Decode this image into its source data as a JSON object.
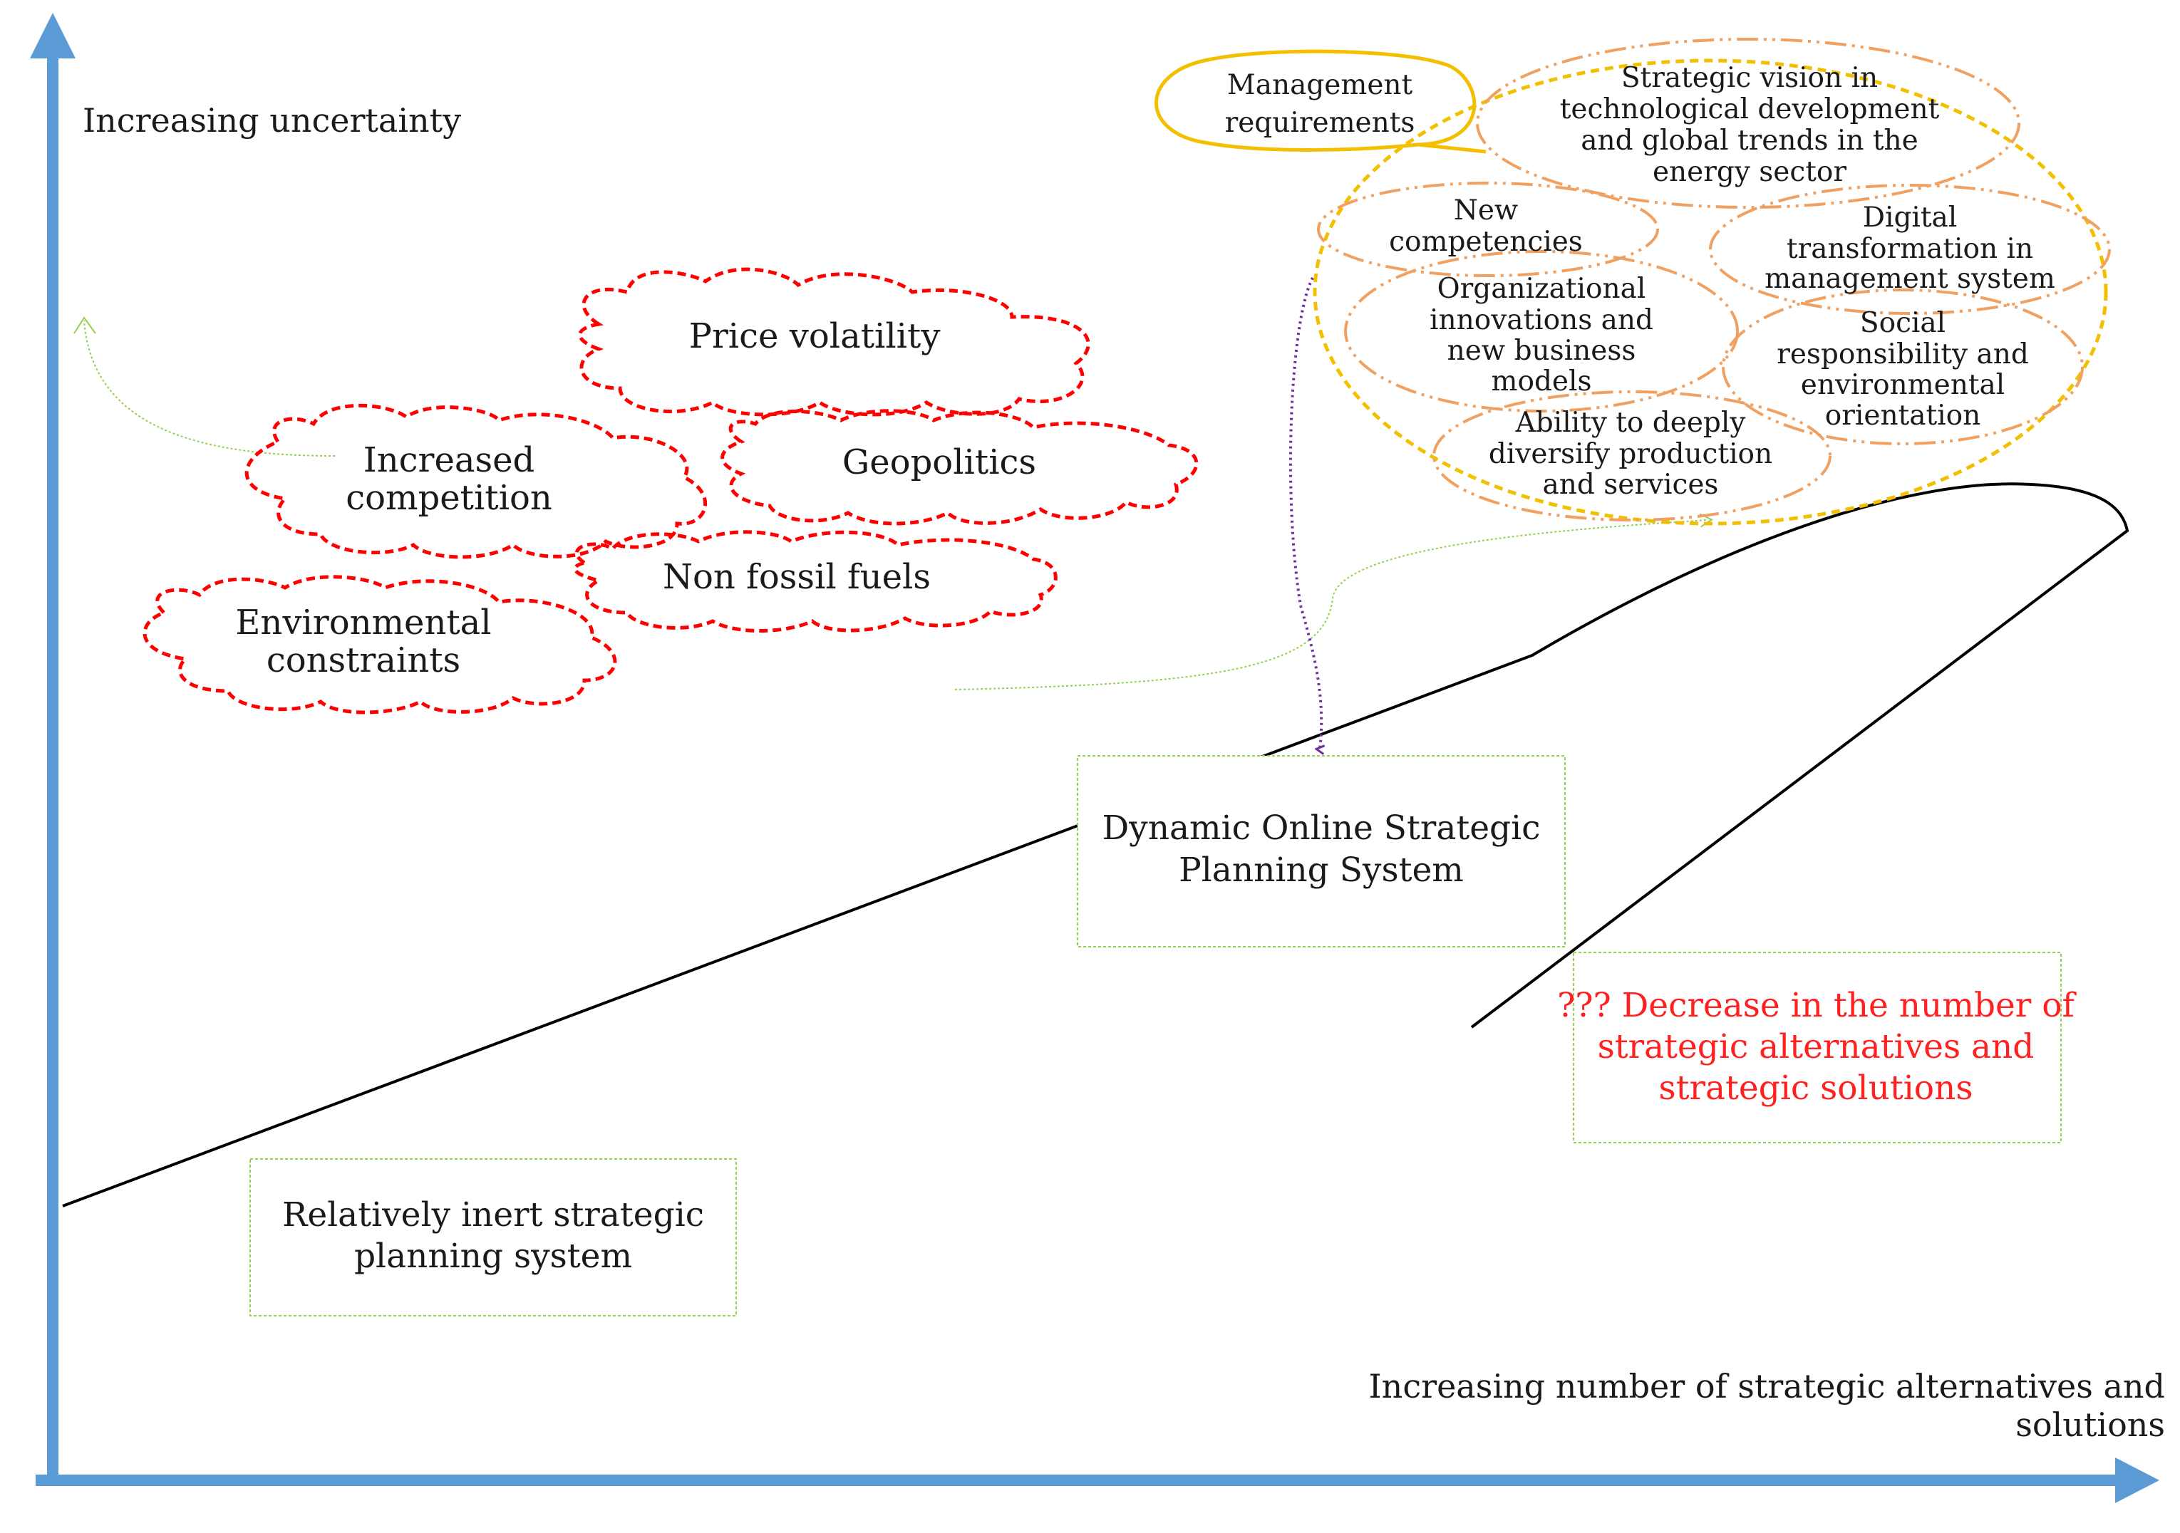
{
  "axes": {
    "y_label": "Increasing uncertainty",
    "x_label_line1": "Increasing number of strategic alternatives and",
    "x_label_line2": "solutions"
  },
  "clouds": {
    "price_volatility": "Price volatility",
    "increased_competition_1": "Increased",
    "increased_competition_2": "competition",
    "geopolitics": "Geopolitics",
    "non_fossil_fuels": "Non fossil fuels",
    "environmental_constraints_1": "Environmental",
    "environmental_constraints_2": "constraints"
  },
  "management": {
    "callout_1": "Management",
    "callout_2": "requirements",
    "strategic_vision": [
      "Strategic vision in",
      "technological development",
      "and global trends in the",
      "energy sector"
    ],
    "new_competencies": [
      "New",
      "competencies"
    ],
    "digital_transformation": [
      "Digital",
      "transformation in",
      "management system"
    ],
    "organizational_innovations": [
      "Organizational",
      "innovations and",
      "new business",
      "models"
    ],
    "social_responsibility": [
      "Social",
      "responsibility and",
      "environmental",
      "orientation"
    ],
    "diversify": [
      "Ability to deeply",
      "diversify production",
      "and services"
    ]
  },
  "boxes": {
    "inert": [
      "Relatively inert strategic",
      "planning system"
    ],
    "dynamic": [
      "Dynamic Online Strategic",
      "Planning System"
    ],
    "decrease": [
      "??? Decrease in the number of",
      "strategic alternatives and",
      "strategic solutions"
    ]
  },
  "colors": {
    "axis": "#5b9bd5",
    "cloud_stroke": "#ff0000",
    "outer_ellipse": "#f2c000",
    "inner_ellipse": "#f0a060",
    "box_border": "#92d050",
    "arrow_purple": "#7030a0",
    "warning_text": "#ff2020"
  }
}
